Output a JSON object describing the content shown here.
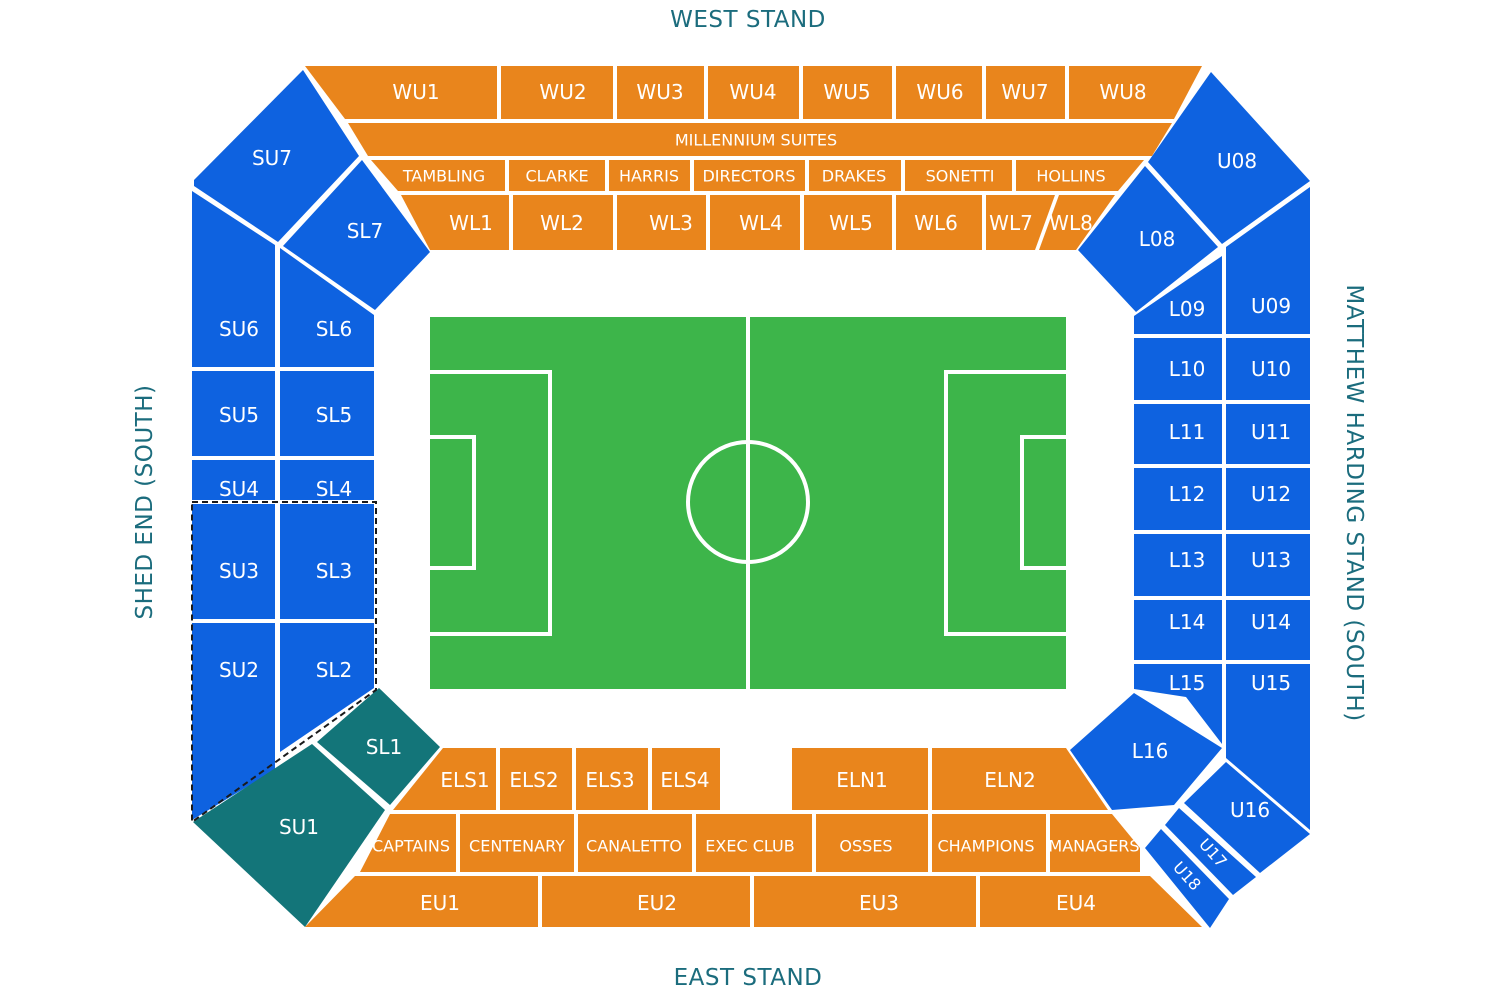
{
  "stands": {
    "west": "WEST STAND",
    "east": "EAST STAND",
    "shed": "SHED END (SOUTH)",
    "matthew": "MATTHEW HARDING STAND (SOUTH)"
  },
  "colors": {
    "orange": "#e9851c",
    "blue": "#0e62e0",
    "teal": "#137579",
    "pitch": "#3db54a",
    "stand_label": "#1b6c7d"
  },
  "west": {
    "upper": [
      "WU1",
      "WU2",
      "WU3",
      "WU4",
      "WU5",
      "WU6",
      "WU7",
      "WU8"
    ],
    "suites": "MILLENNIUM SUITES",
    "boxes": [
      "TAMBLING",
      "CLARKE",
      "HARRIS",
      "DIRECTORS",
      "DRAKES",
      "SONETTI",
      "HOLLINS"
    ],
    "lower": [
      "WL1",
      "WL2",
      "WL3",
      "WL4",
      "WL5",
      "WL6",
      "WL7",
      "WL8"
    ]
  },
  "east": {
    "south": [
      "ELS1",
      "ELS2",
      "ELS3",
      "ELS4"
    ],
    "north": [
      "ELN1",
      "ELN2"
    ],
    "boxes": [
      "CAPTAINS",
      "CENTENARY",
      "CANALETTO",
      "EXEC CLUB",
      "OSSES",
      "CHAMPIONS",
      "MANAGERS"
    ],
    "upper": [
      "EU1",
      "EU2",
      "EU3",
      "EU4"
    ]
  },
  "shed": {
    "corner": [
      "SU7",
      "SL7"
    ],
    "upper": [
      "SU6",
      "SU5",
      "SU4",
      "SU3",
      "SU2"
    ],
    "lower": [
      "SL6",
      "SL5",
      "SL4",
      "SL3",
      "SL2"
    ],
    "teal": [
      "SL1",
      "SU1"
    ]
  },
  "matthew": {
    "corner": [
      "U08",
      "L08"
    ],
    "lower": [
      "L09",
      "L10",
      "L11",
      "L12",
      "L13",
      "L14",
      "L15"
    ],
    "upper": [
      "U09",
      "U10",
      "U11",
      "U12",
      "U13",
      "U14",
      "U15"
    ],
    "bottom": [
      "L16",
      "U16",
      "U17",
      "U18"
    ]
  }
}
